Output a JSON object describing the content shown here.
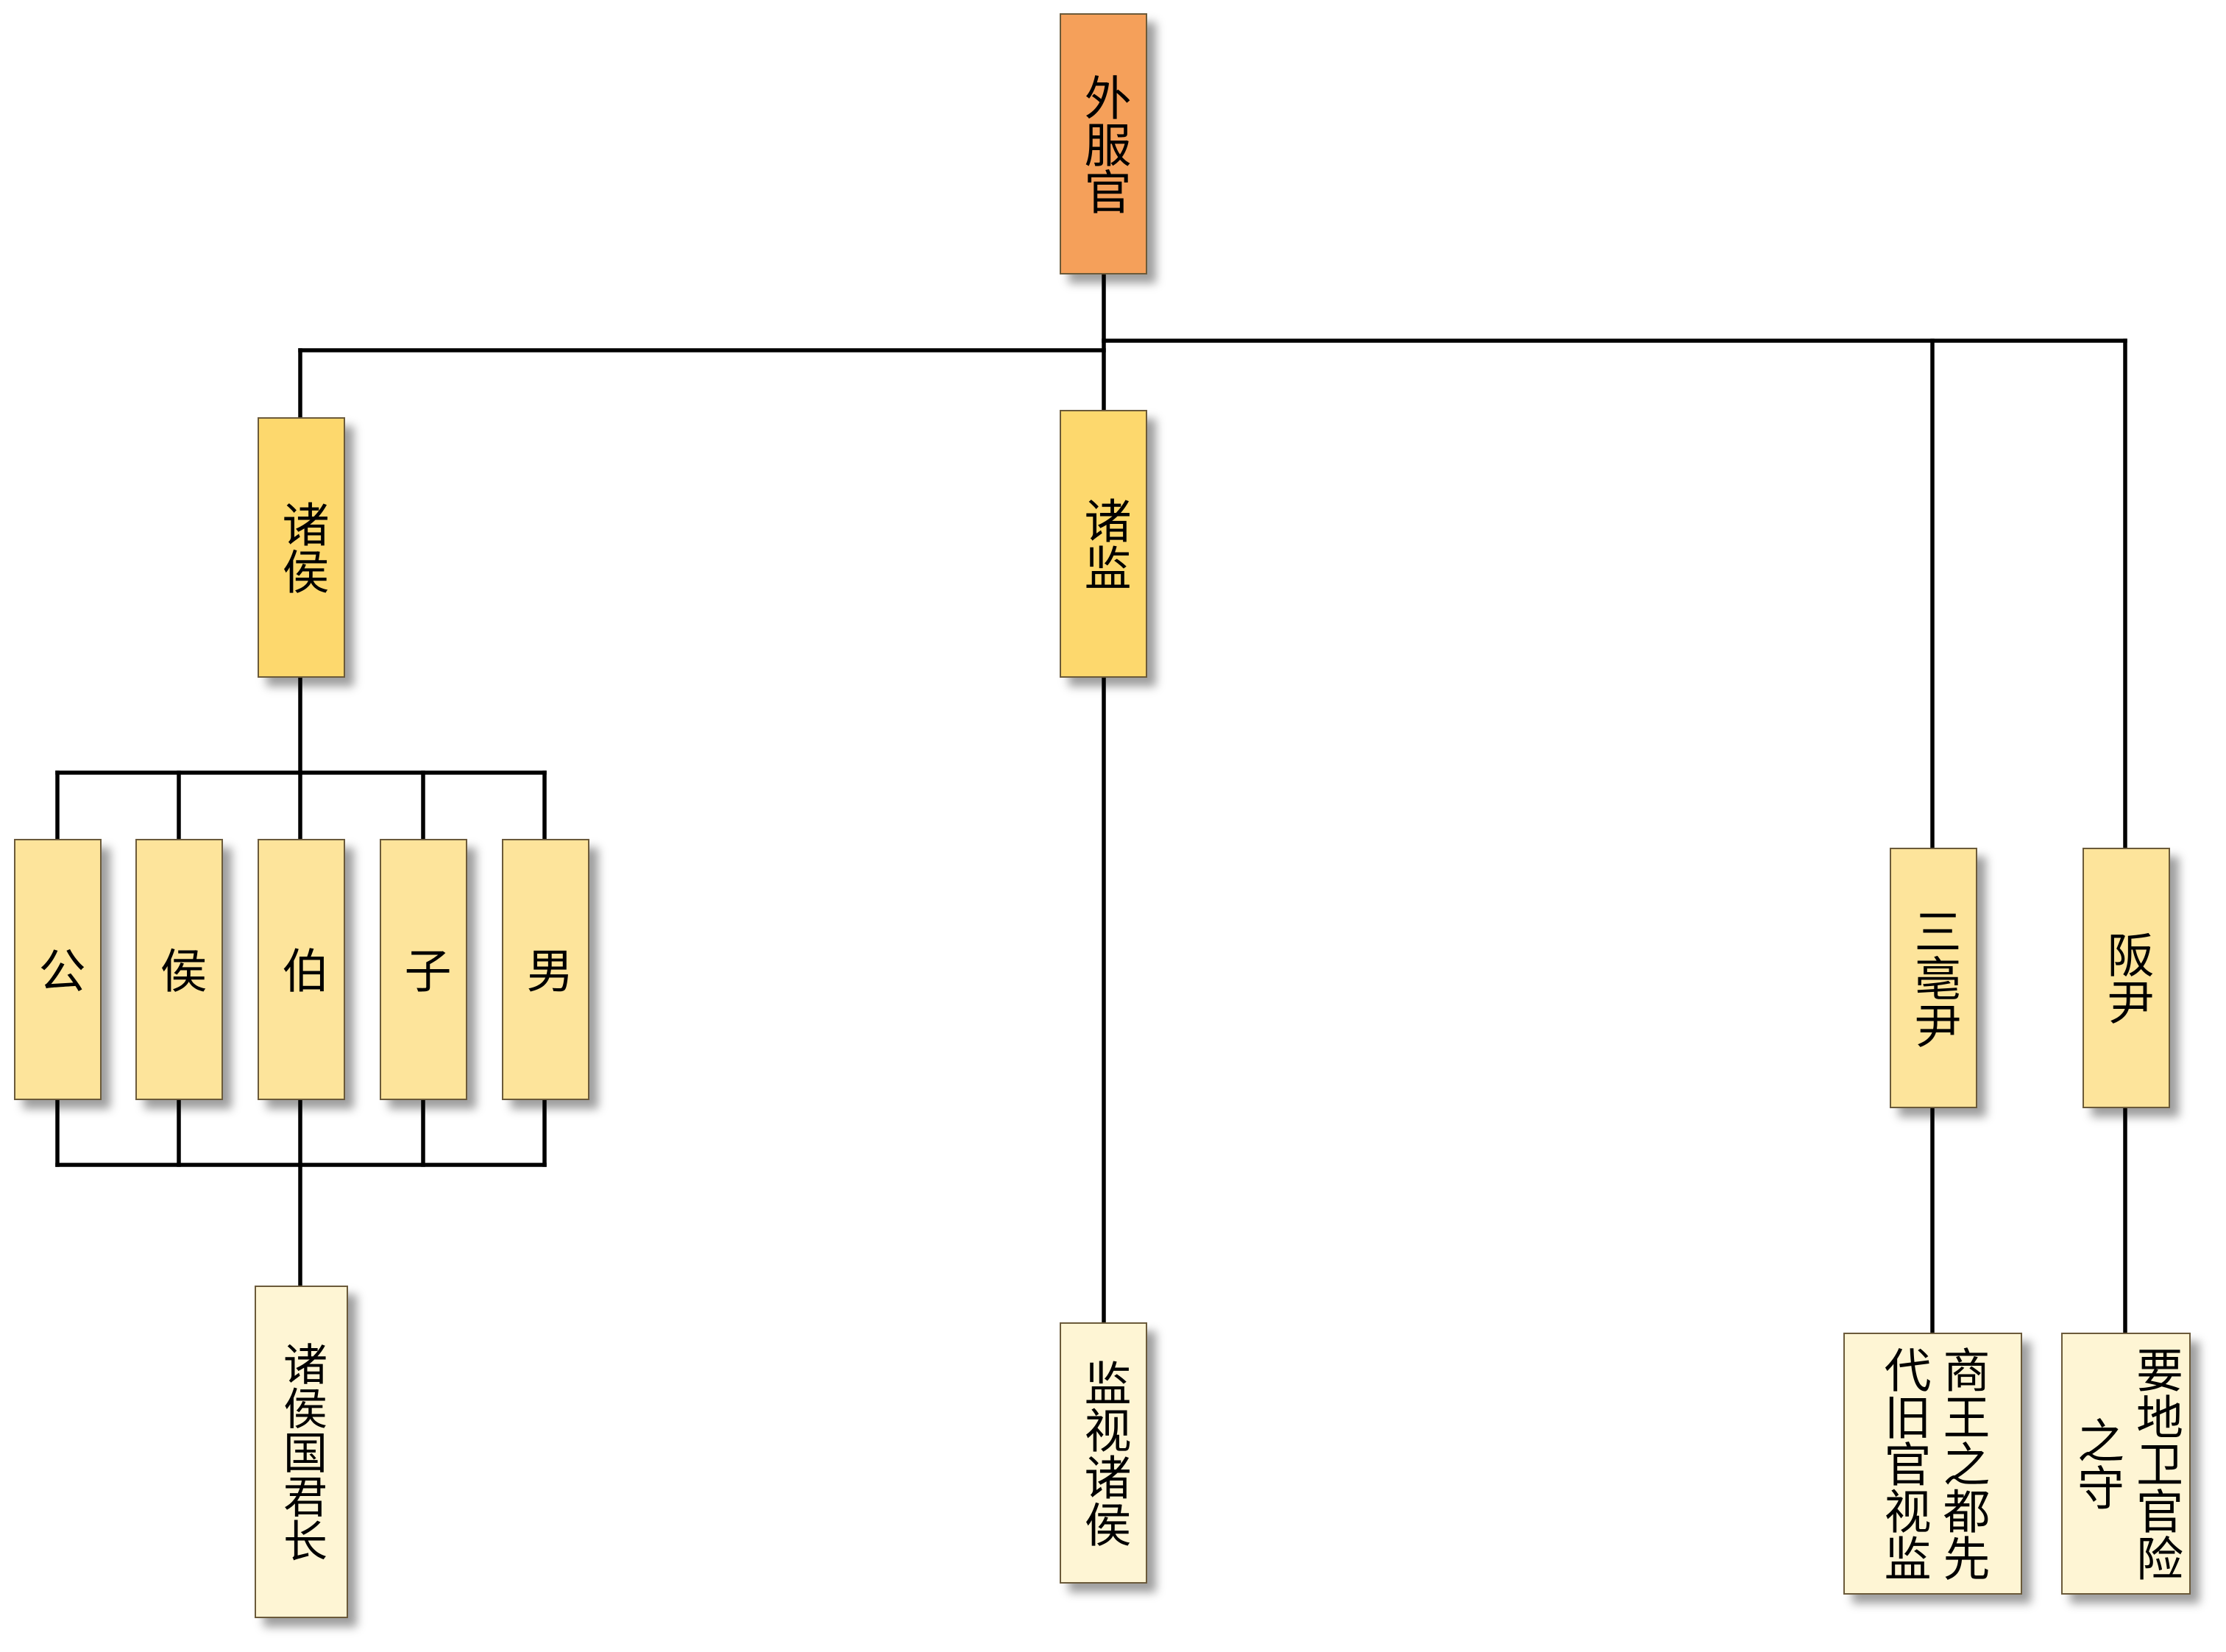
{
  "nodes": {
    "root": "外服官",
    "zhuhou": "诸侯",
    "zhujian": "诸监",
    "gong": "公",
    "hou": "侯",
    "bo": "伯",
    "zi": "子",
    "nan": "男",
    "sanbo": "三亳尹",
    "banyin": "阪尹",
    "zhuhou_desc": "诸侯国君长",
    "zhujian_desc": "监视诸侯",
    "sanbo_desc": "商王之都先代旧官视监",
    "banyin_desc": "要地卫官险之守"
  },
  "colors": {
    "root": "#f5a05a",
    "level1": "#fdd86d",
    "level2": "#fde49b",
    "description": "#fef5d4",
    "line": "#000000"
  }
}
